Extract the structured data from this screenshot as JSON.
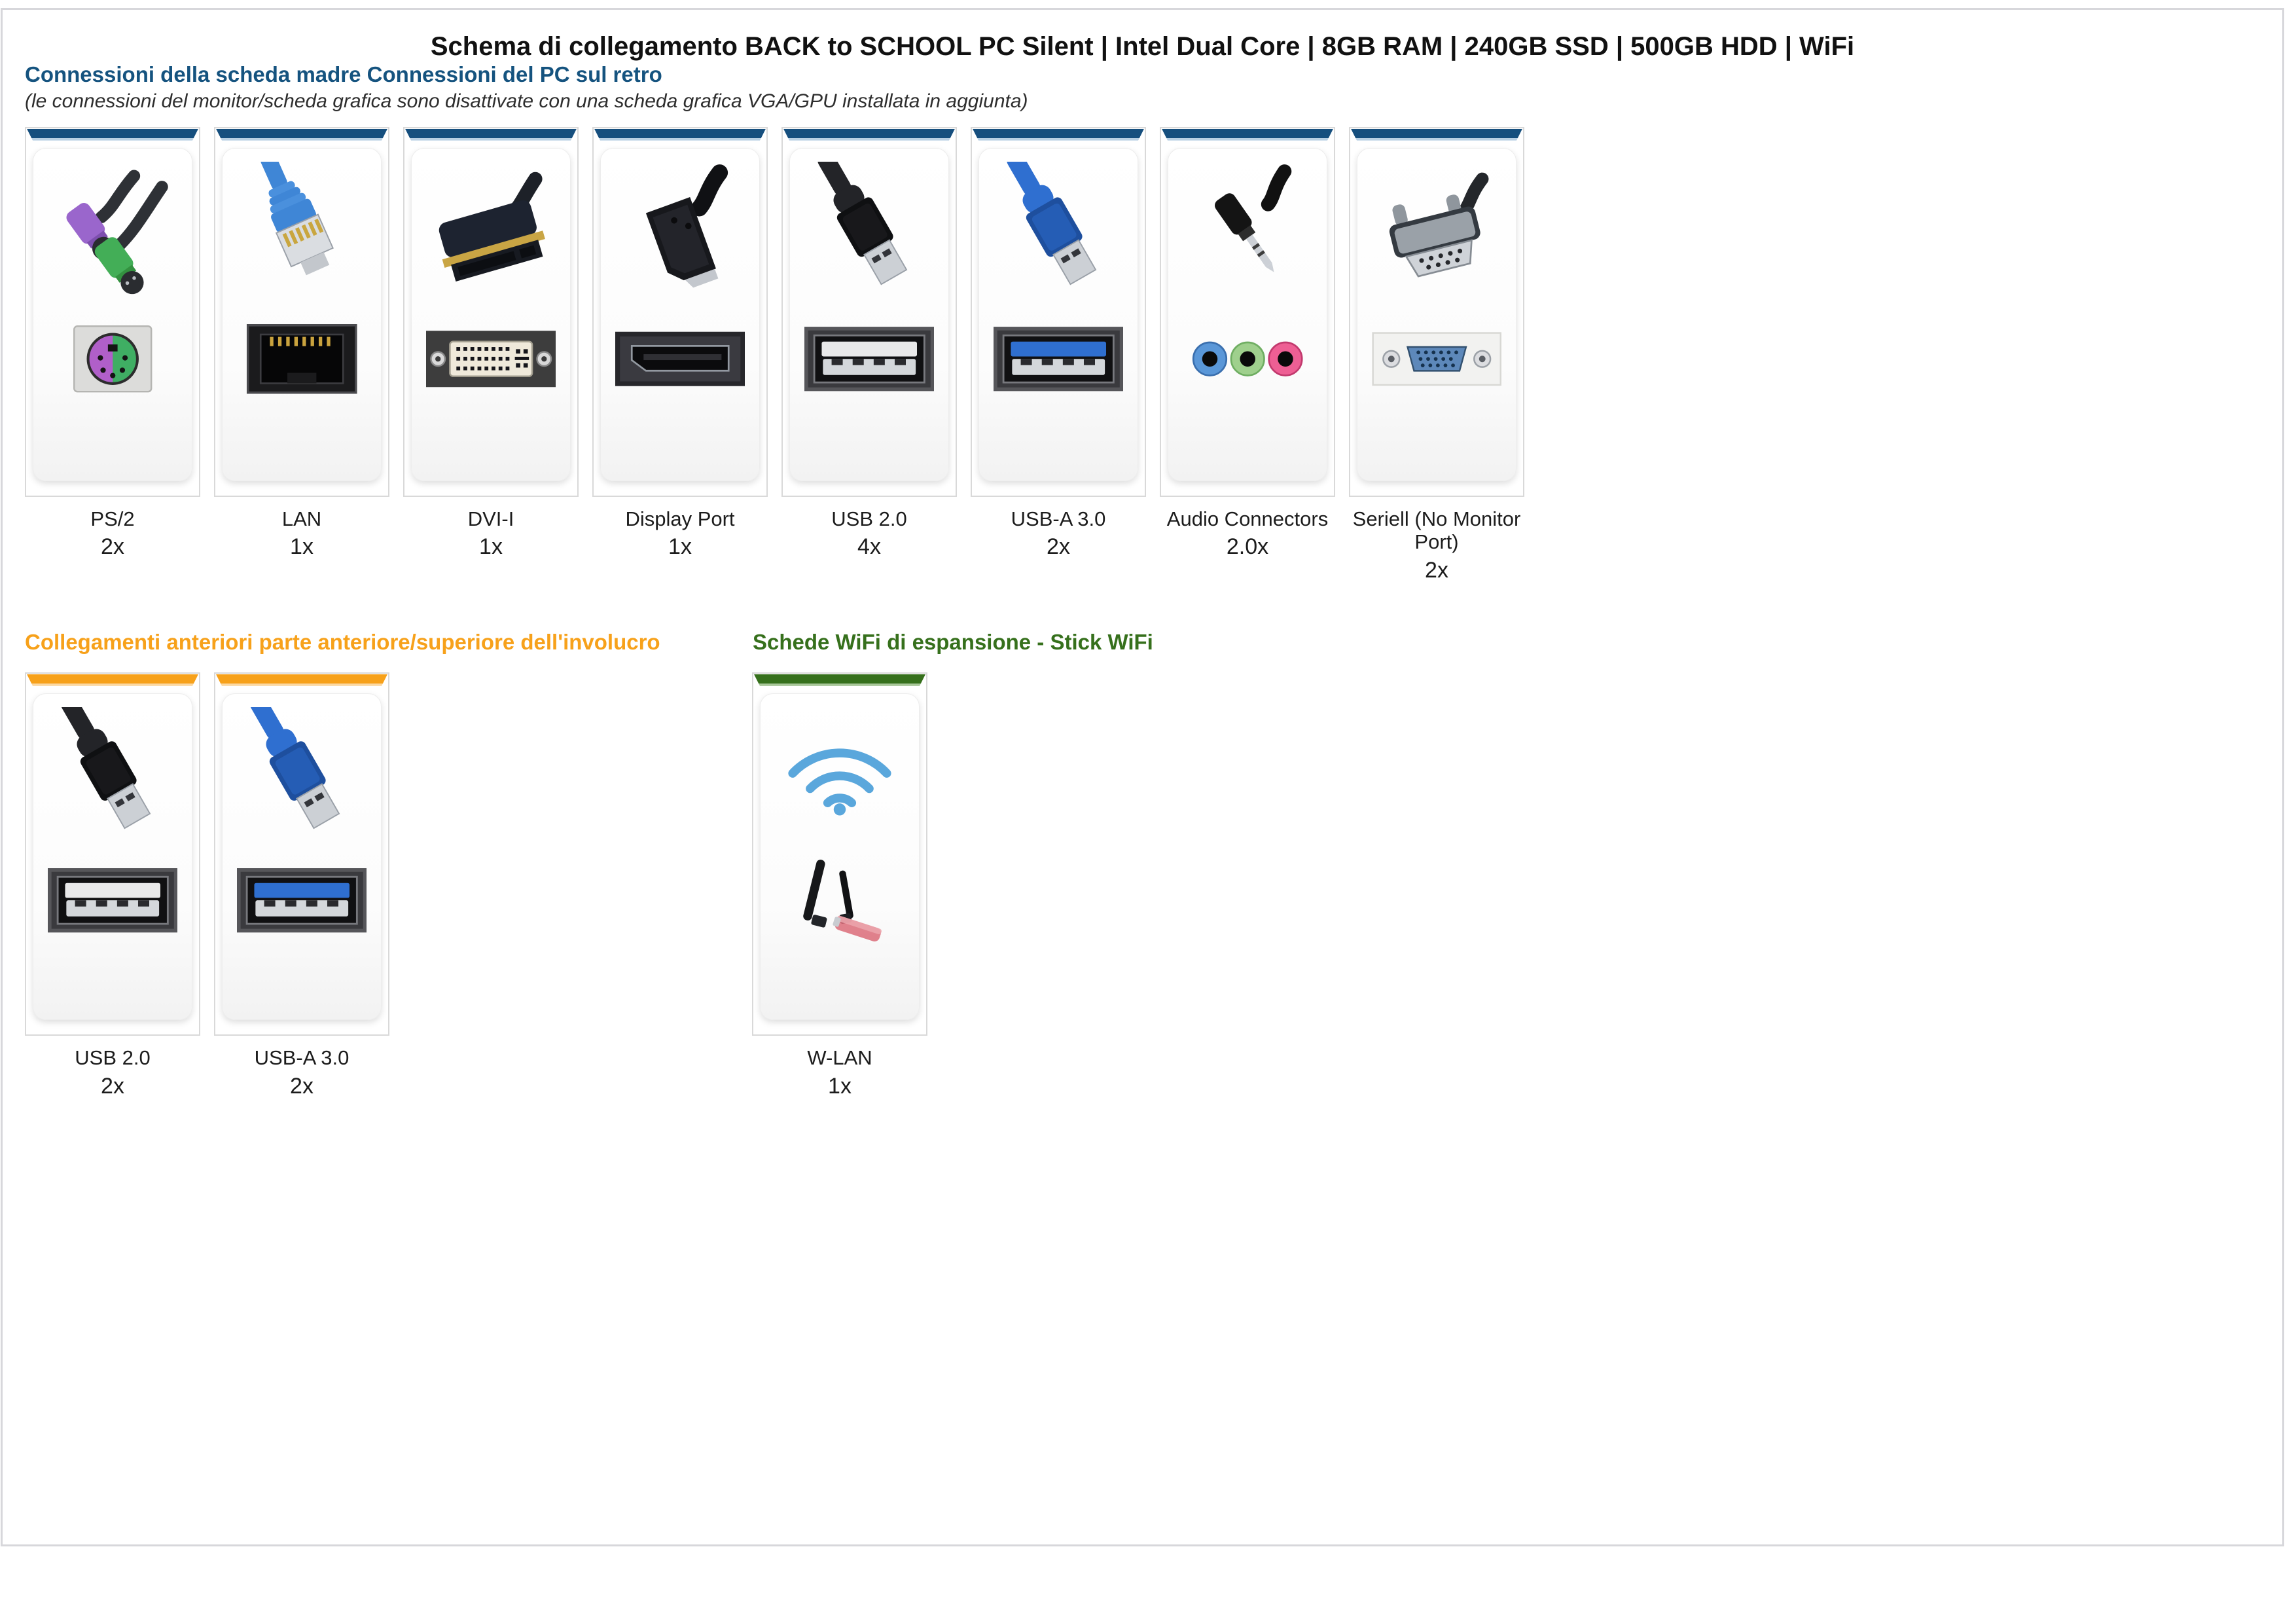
{
  "page": {
    "title": "Schema di collegamento BACK to SCHOOL PC Silent | Intel Dual Core | 8GB RAM | 240GB SSD | 500GB HDD | WiFi"
  },
  "colors": {
    "rear-bar": "#164f7e",
    "rear-bar-edge": "#b9d0e3",
    "rear-heading": "#15537f",
    "front-bar": "#f7a11a",
    "front-bar-edge": "#fbd9a4",
    "front-heading": "#f7a11a",
    "wifi-bar": "#36701c",
    "wifi-bar-edge": "#a9c79a",
    "wifi-heading": "#36701c",
    "card-border": "#d9d9d9",
    "wifi-signal-blue": "#5aa7dc",
    "audio-jack-blue": "#5a97d8",
    "audio-jack-green": "#9fd08d",
    "audio-jack-pink": "#ee5f94",
    "usb3-blue": "#2f6fd0"
  },
  "sections": {
    "rear": {
      "heading": "Connessioni della scheda madre Connessioni del PC sul retro",
      "subheading": "(le connessioni del monitor/scheda grafica sono disattivate con una scheda grafica VGA/GPU installata in aggiunta)",
      "cards": [
        {
          "label": "PS/2",
          "count": "2x",
          "icon": "ps2"
        },
        {
          "label": "LAN",
          "count": "1x",
          "icon": "lan"
        },
        {
          "label": "DVI-I",
          "count": "1x",
          "icon": "dvi"
        },
        {
          "label": "Display Port",
          "count": "1x",
          "icon": "displayport"
        },
        {
          "label": "USB 2.0",
          "count": "4x",
          "icon": "usb2"
        },
        {
          "label": "USB-A 3.0",
          "count": "2x",
          "icon": "usb3"
        },
        {
          "label": "Audio Connectors",
          "count": "2.0x",
          "icon": "audio"
        },
        {
          "label": "Seriell (No Monitor Port)",
          "count": "2x",
          "icon": "serial"
        }
      ]
    },
    "front": {
      "heading": "Collegamenti anteriori parte anteriore/superiore dell'involucro",
      "cards": [
        {
          "label": "USB 2.0",
          "count": "2x",
          "icon": "usb2"
        },
        {
          "label": "USB-A 3.0",
          "count": "2x",
          "icon": "usb3"
        }
      ]
    },
    "wifi": {
      "heading": "Schede WiFi di espansione - Stick WiFi",
      "cards": [
        {
          "label": "W-LAN",
          "count": "1x",
          "icon": "wlan"
        }
      ]
    }
  }
}
